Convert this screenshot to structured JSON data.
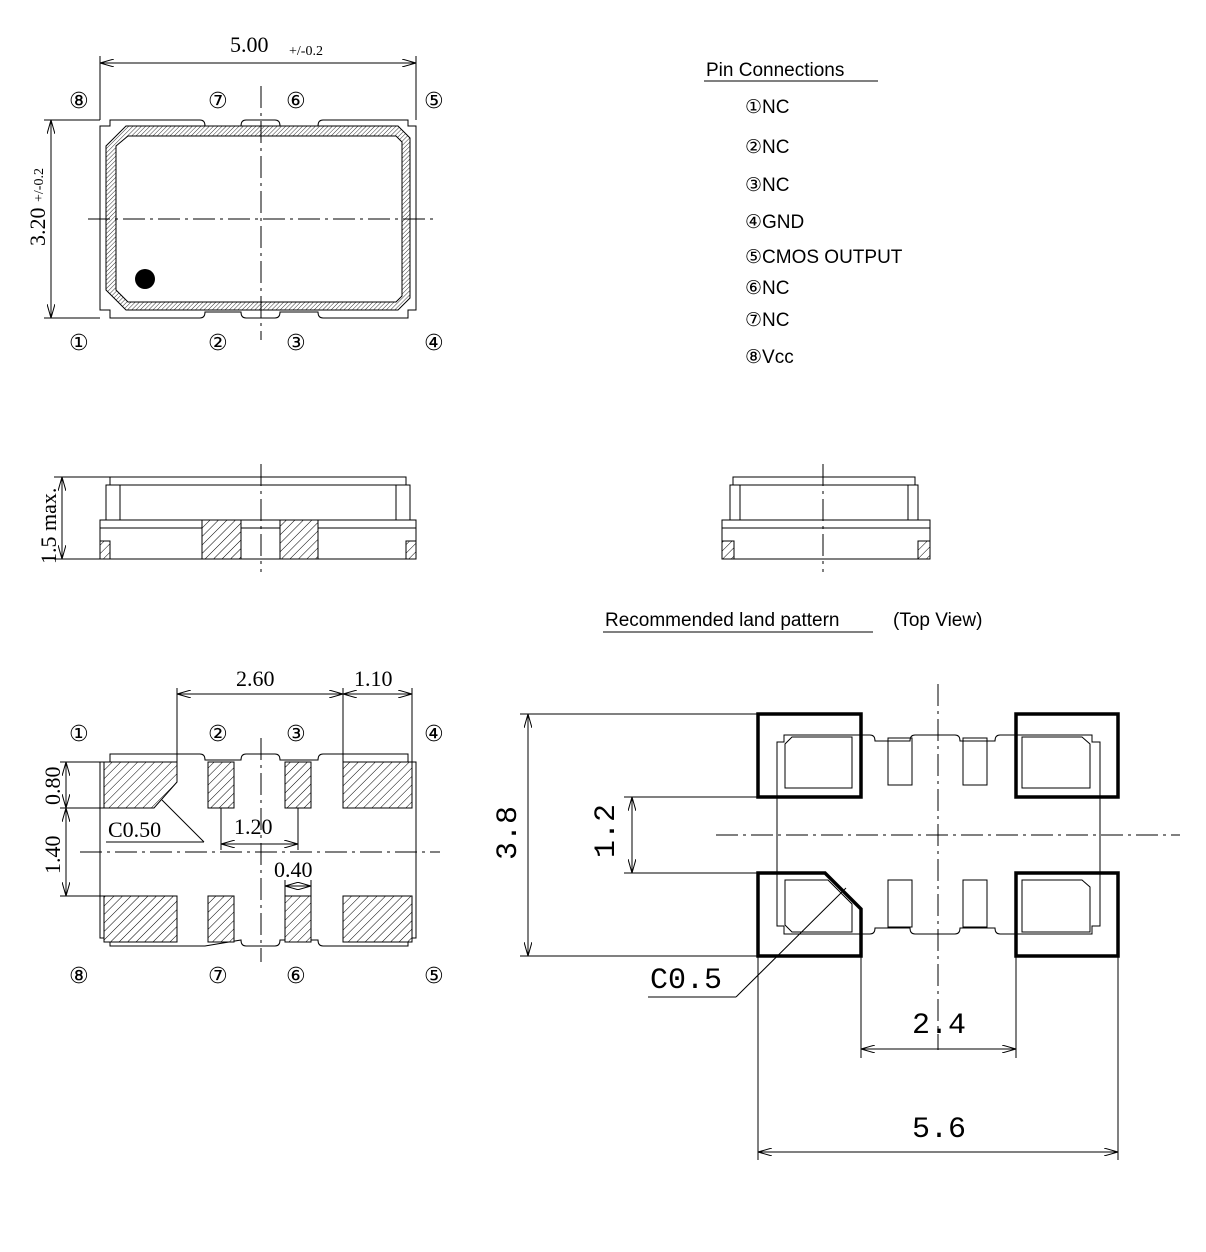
{
  "top_view": {
    "width_dim": "5.00",
    "width_tol": "+/-0.2",
    "height_dim": "3.20",
    "height_tol": "+/-0.2",
    "pins": [
      "①",
      "②",
      "③",
      "④",
      "⑤",
      "⑥",
      "⑦",
      "⑧"
    ]
  },
  "pin_connections": {
    "title": "Pin Connections",
    "items": [
      "①NC",
      "②NC",
      "③NC",
      "④GND",
      "⑤CMOS OUTPUT",
      "⑥NC",
      "⑦NC",
      "⑧Vcc"
    ]
  },
  "side_view": {
    "height_dim": "1.5 max."
  },
  "bottom_view": {
    "dim_2_60": "2.60",
    "dim_1_10": "1.10",
    "dim_0_80": "0.80",
    "dim_1_40": "1.40",
    "dim_c050": "C0.50",
    "dim_1_20": "1.20",
    "dim_0_40": "0.40",
    "pins": [
      "①",
      "②",
      "③",
      "④",
      "⑤",
      "⑥",
      "⑦",
      "⑧"
    ]
  },
  "land_pattern": {
    "title": "Recommended land pattern",
    "subtitle": "(Top View)",
    "dim_3_8": "3.8",
    "dim_1_2": "1.2",
    "dim_c05": "C0.5",
    "dim_2_4": "2.4",
    "dim_5_6": "5.6"
  }
}
